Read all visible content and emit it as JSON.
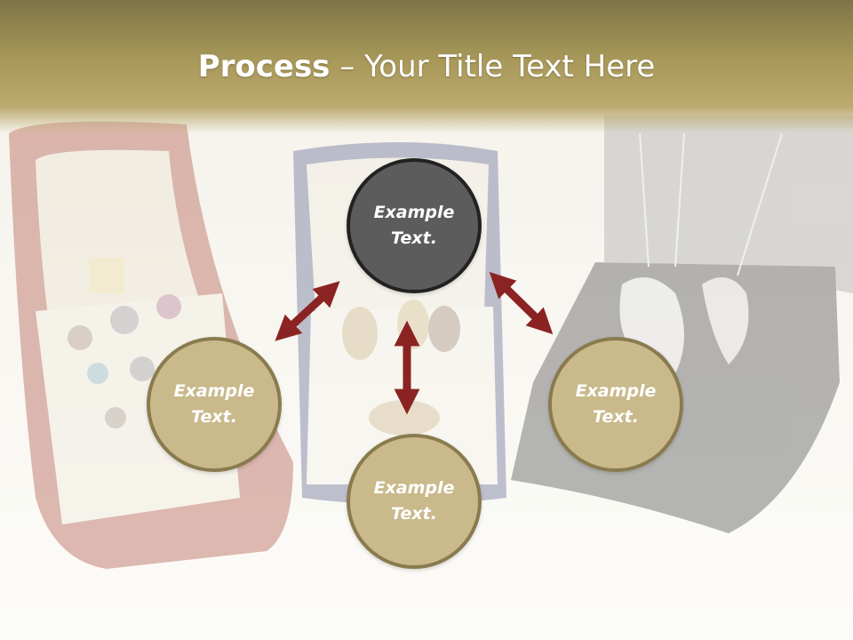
{
  "title": {
    "bold": "Process",
    "rest": " – Your Title Text Here"
  },
  "nodes": {
    "center": "Example\nText.",
    "left": "Example\nText.",
    "bottom": "Example\nText.",
    "right": "Example\nText."
  },
  "colors": {
    "title_band": "#a89859",
    "node_fill": "#c9b98b",
    "node_border": "#8a7b4f",
    "center_fill": "#5c5c5c",
    "center_border": "#222222",
    "arrow": "#8b2323"
  }
}
